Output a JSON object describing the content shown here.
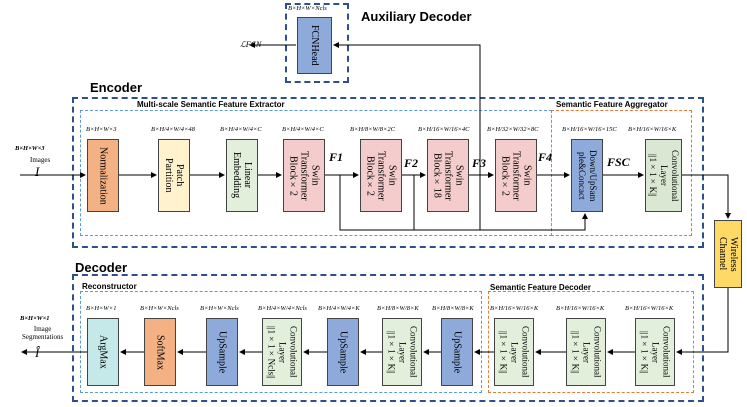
{
  "titles": {
    "auxiliary_decoder": "Auxiliary Decoder",
    "encoder": "Encoder",
    "decoder": "Decoder",
    "msfe": "Multi-scale Semantic Feature Extractor",
    "sfa": "Semantic Feature Aggregator",
    "reconstructor": "Reconstructor",
    "sfd": "Semantic Feature Decoder"
  },
  "blocks": {
    "fcnhead": "FCNHead",
    "normalization": "Normalization",
    "patch_partition": "Patch\nPartition",
    "linear_embedding": "Linear\nEmbedding",
    "swin1": "Swin\nTransformer\nBlock×2",
    "swin2": "Swin\nTransformer\nBlock×2",
    "swin3": "Swin\nTransformer\nBlock×18",
    "swin4": "Swin\nTransformer\nBlock×2",
    "downup": "Down/UpSam\nple&Concact",
    "enc_conv": "Convolutional\nLayer\n||1×1×K||",
    "wireless": "Wireless\nChannel",
    "dec_conv1": "Convolutional\nLayer\n||1×1×K||",
    "dec_conv2": "Convolutional\nLayer\n||1×1×K||",
    "dec_conv3": "Convolutional\nLayer\n||1×1×K||",
    "up1": "UpSample",
    "conv4": "Convolutional\nLayer\n||1×1×K||",
    "up2": "UpSample",
    "conv5": "Convolutional\nLayer\n||1×1×Ncls||",
    "up3": "UpSample",
    "softmax": "SoftMax",
    "argmax": "ArgMax"
  },
  "dims": {
    "aux": "B×H×W×Ncls",
    "norm": "B×H×W×3",
    "patch": "B×H/4×W/4×48",
    "linemb": "B×H/4×W/4×C",
    "swin1": "B×H/4×W/4×C",
    "swin2": "B×H/8×W/8×2C",
    "swin3": "B×H/16×W/16×4C",
    "swin4": "B×H/32×W/32×8C",
    "downup": "B×H/16×W/16×15C",
    "encconv": "B×H/16×W/16×K",
    "input": "B×H×W×3",
    "output": "B×H×W×1",
    "argmax": "B×H×W×1",
    "softmax": "B×H×W×Ncls",
    "up3": "B×H×W×Ncls",
    "conv5": "B×H/4×W/4×Ncls",
    "up2": "B×H/4×W/4×K",
    "conv4": "B×H/8×W/8×K",
    "up1": "B×H/8×W/8×K",
    "dconv3": "B×H/16×W/16×K",
    "dconv2": "B×H/16×W/16×K",
    "dconv1": "B×H/16×W/16×K"
  },
  "labels": {
    "images": "Images",
    "input_sym": "I",
    "image_seg": "Image\nSegmentations",
    "output_sym": "Î",
    "loss": "ℒFCN",
    "f1": "F1",
    "f2": "F2",
    "f3": "F3",
    "f4": "F4",
    "fsc": "FSC"
  },
  "colors": {
    "orange": "#f4b183",
    "yellow": "#fff2cc",
    "lgreen": "#e2efda",
    "pink": "#f4cccc",
    "blue": "#8eaadb",
    "green": "#dae8d3",
    "wireless": "#ffd966",
    "teal": "#c5e8e8",
    "frame_blue": "#2e4f8f"
  }
}
